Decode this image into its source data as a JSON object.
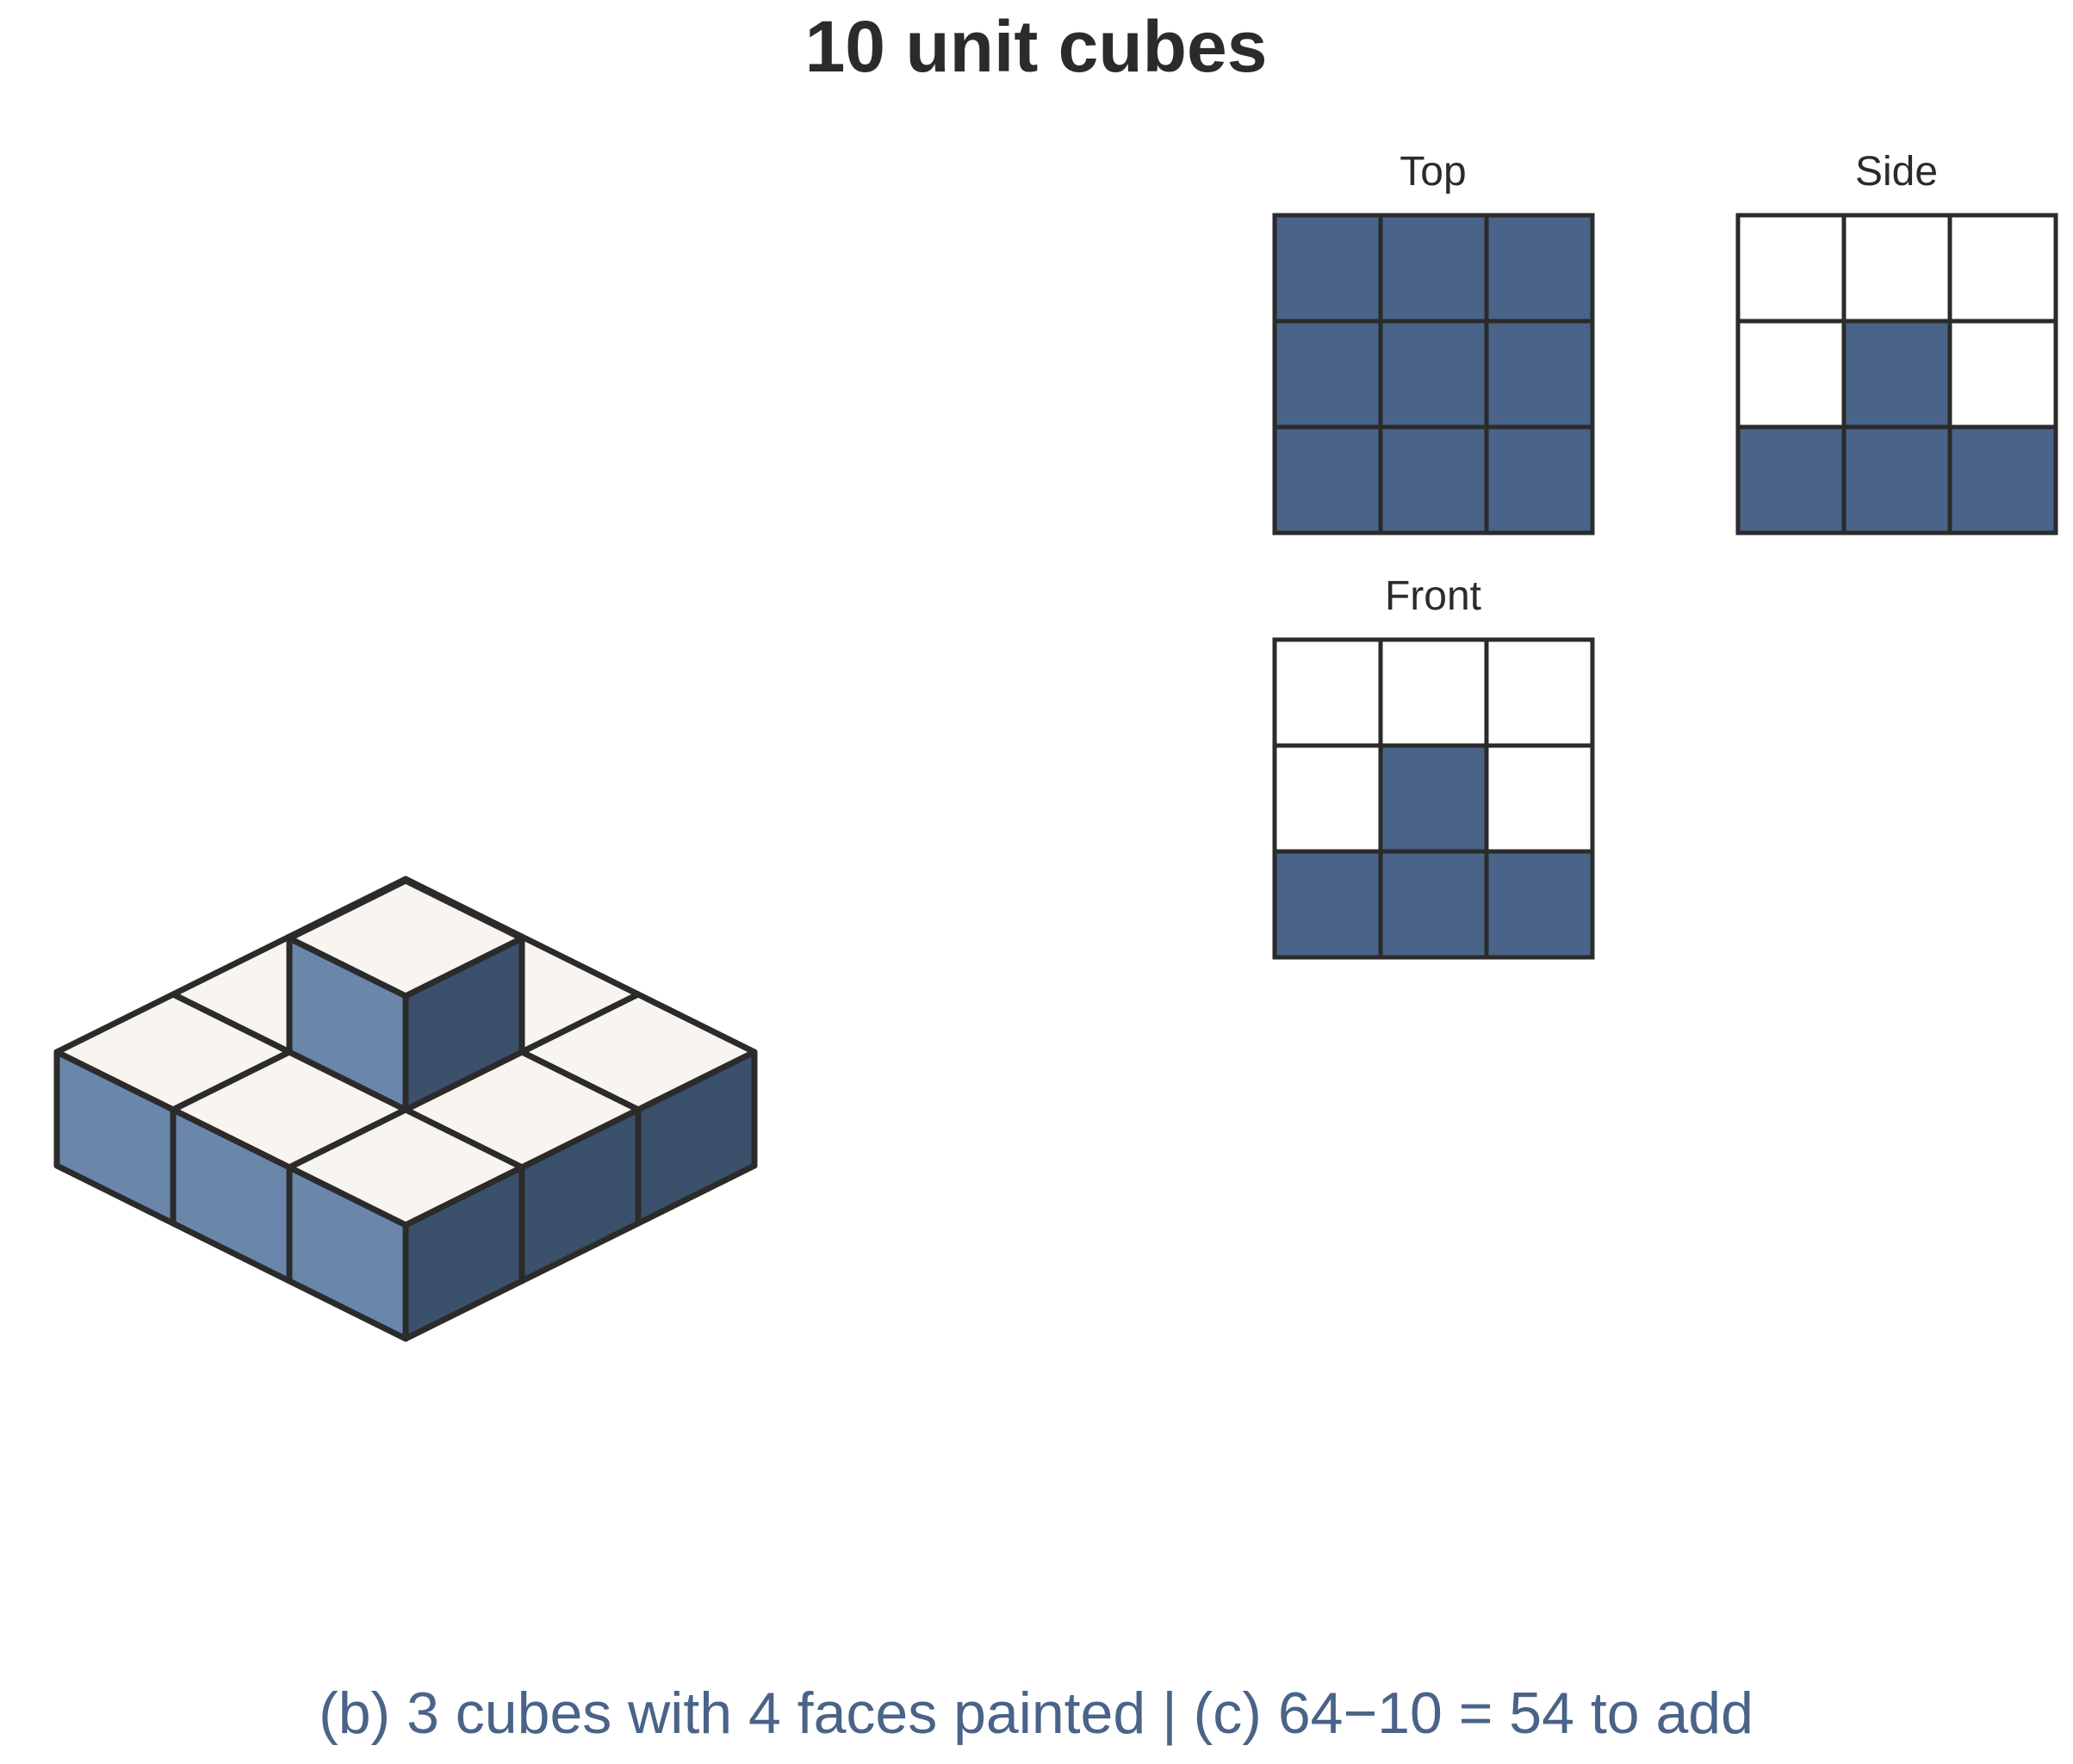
{
  "title": "10 unit cubes",
  "caption": "(b) 3 cubes with 4 faces painted | (c) 64−10 = 54 to add",
  "colors": {
    "filled": "#4a6388",
    "empty": "#ffffff",
    "cube_top": "#f8f4ef",
    "cube_left": "#6a87ab",
    "cube_right": "#3a506b",
    "outline": "#2b2b2b",
    "caption": "#4a6388"
  },
  "views": [
    {
      "name": "top",
      "label": "Top",
      "cells": [
        [
          1,
          1,
          1
        ],
        [
          1,
          1,
          1
        ],
        [
          1,
          1,
          1
        ]
      ]
    },
    {
      "name": "side",
      "label": "Side",
      "cells": [
        [
          0,
          0,
          0
        ],
        [
          0,
          1,
          0
        ],
        [
          1,
          1,
          1
        ]
      ]
    },
    {
      "name": "front",
      "label": "Front",
      "cells": [
        [
          0,
          0,
          0
        ],
        [
          0,
          1,
          0
        ],
        [
          1,
          1,
          1
        ]
      ]
    }
  ],
  "structure": {
    "heights": [
      [
        1,
        1,
        1
      ],
      [
        1,
        2,
        1
      ],
      [
        1,
        1,
        1
      ]
    ],
    "cube_count": 10
  }
}
